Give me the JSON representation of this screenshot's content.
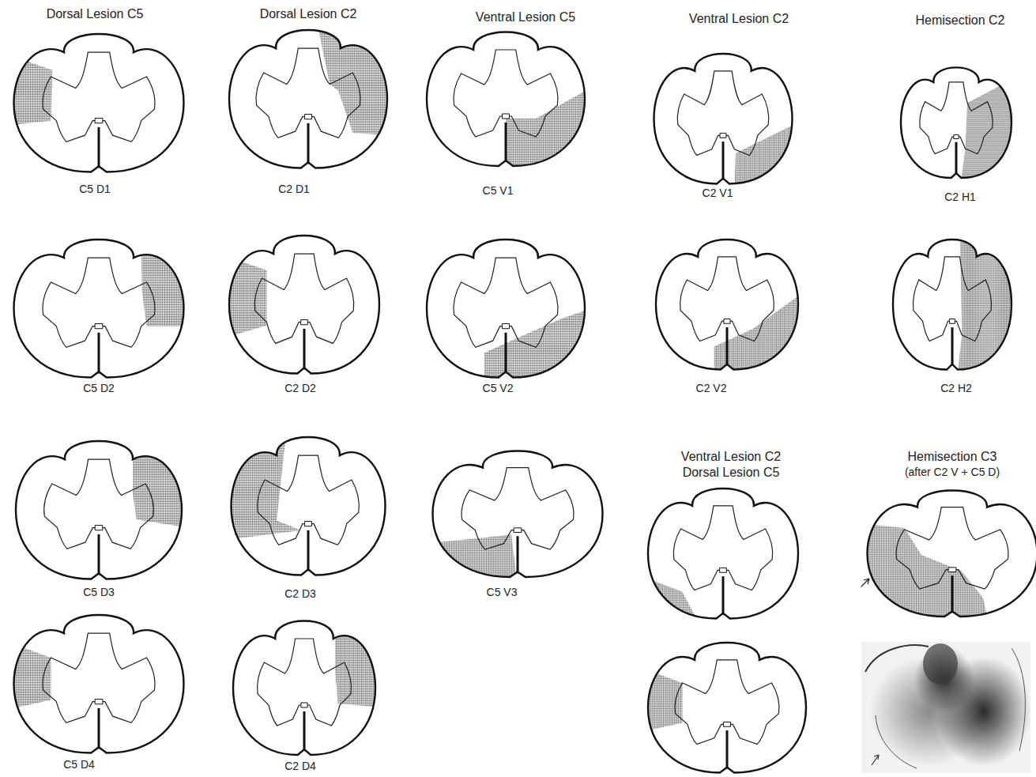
{
  "diagram": {
    "labels": [
      "Dorsal Lesion C5",
      "Dorsal Lesion C2",
      "Ventral Lesion C5",
      "Ventral Lesion C2",
      "Hemisection C2",
      "C5 D1",
      "C2 D1",
      "C5 V1",
      "C2 V1",
      "C2 H1",
      "C5 D2",
      "C2 D2",
      "C5 V2",
      "C2 V2",
      "C2 H2",
      "C5 D3",
      "C2 D3",
      "C5 V3",
      "Ventral Lesion C2",
      "Dorsal Lesion C5",
      "Hemisection C3",
      "(after C2 V + C5 D)",
      "C5 D4",
      "C2 D4"
    ]
  }
}
